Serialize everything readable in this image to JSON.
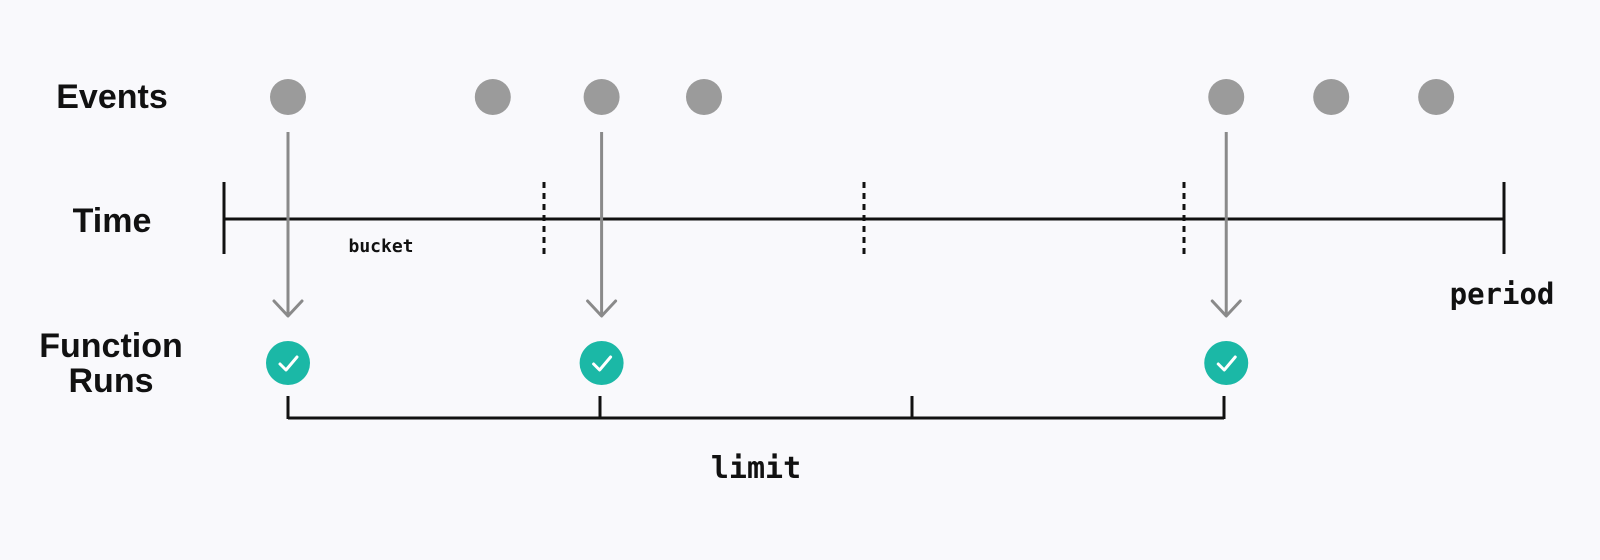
{
  "labels": {
    "events": "Events",
    "time": "Time",
    "function_runs_line1": "Function",
    "function_runs_line2": "Runs",
    "bucket": "bucket",
    "period": "period",
    "limit": "limit"
  },
  "colors": {
    "background": "#f9f9fc",
    "event_dot": "#9b9b9b",
    "arrow": "#8a8a8a",
    "axis": "#111111",
    "run_success": "#1bb8a6",
    "check_mark": "#ffffff"
  },
  "icons": {
    "event": "circle",
    "run": "check-circle-icon",
    "arrow": "arrow-down-icon"
  },
  "timeline": {
    "buckets": 4,
    "limit": 3
  },
  "events": [
    {
      "time": 0.05,
      "triggered_run": true
    },
    {
      "time": 0.21,
      "triggered_run": false
    },
    {
      "time": 0.295,
      "triggered_run": true
    },
    {
      "time": 0.375,
      "triggered_run": false
    },
    {
      "time": 0.783,
      "triggered_run": true
    },
    {
      "time": 0.865,
      "triggered_run": false
    },
    {
      "time": 0.947,
      "triggered_run": false
    }
  ]
}
